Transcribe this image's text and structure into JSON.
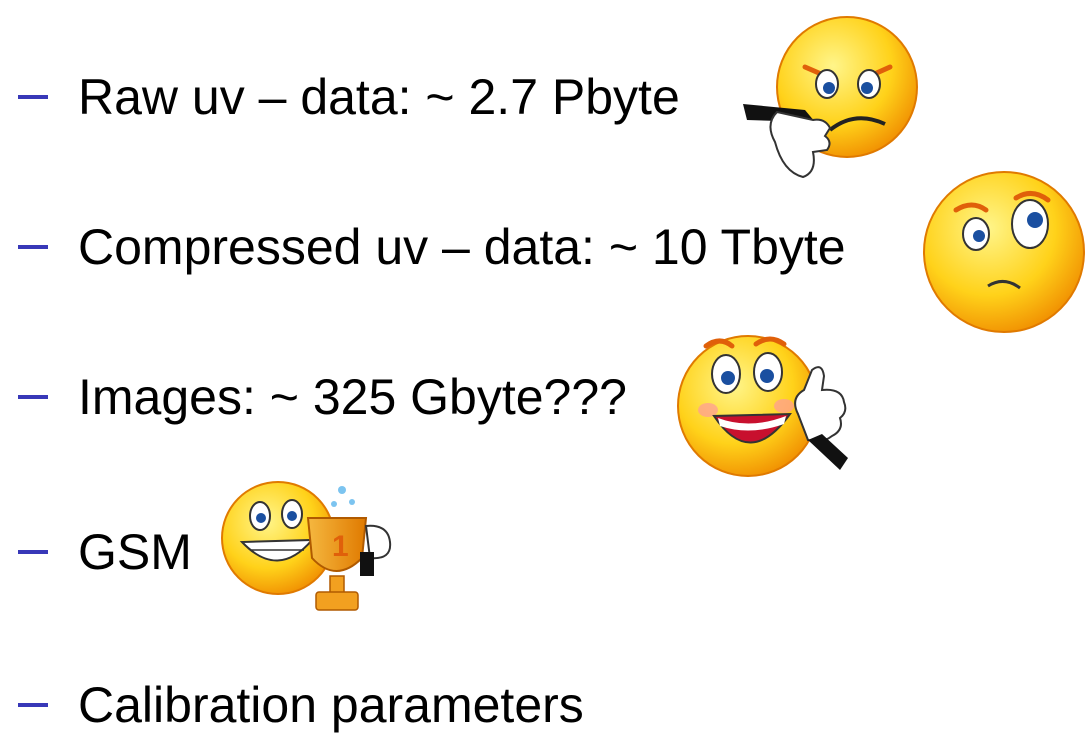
{
  "slide": {
    "bullets": [
      {
        "text": "Raw uv – data: ~ 2.7 Pbyte",
        "emoji": "angry-thumbs-down-smiley-icon"
      },
      {
        "text": "Compressed uv – data: ~ 10 Tbyte",
        "emoji": "skeptical-smiley-icon"
      },
      {
        "text": "Images: ~ 325 Gbyte???",
        "emoji": "happy-thumbs-up-smiley-icon"
      },
      {
        "text": "GSM",
        "emoji": "trophy-smiley-icon"
      },
      {
        "text": "Calibration parameters",
        "emoji": ""
      }
    ]
  },
  "colors": {
    "dash": "#3838b8",
    "text": "#000000",
    "face_light": "#ffee55",
    "face_dark": "#f59a00",
    "trophy": "#f2a020"
  }
}
